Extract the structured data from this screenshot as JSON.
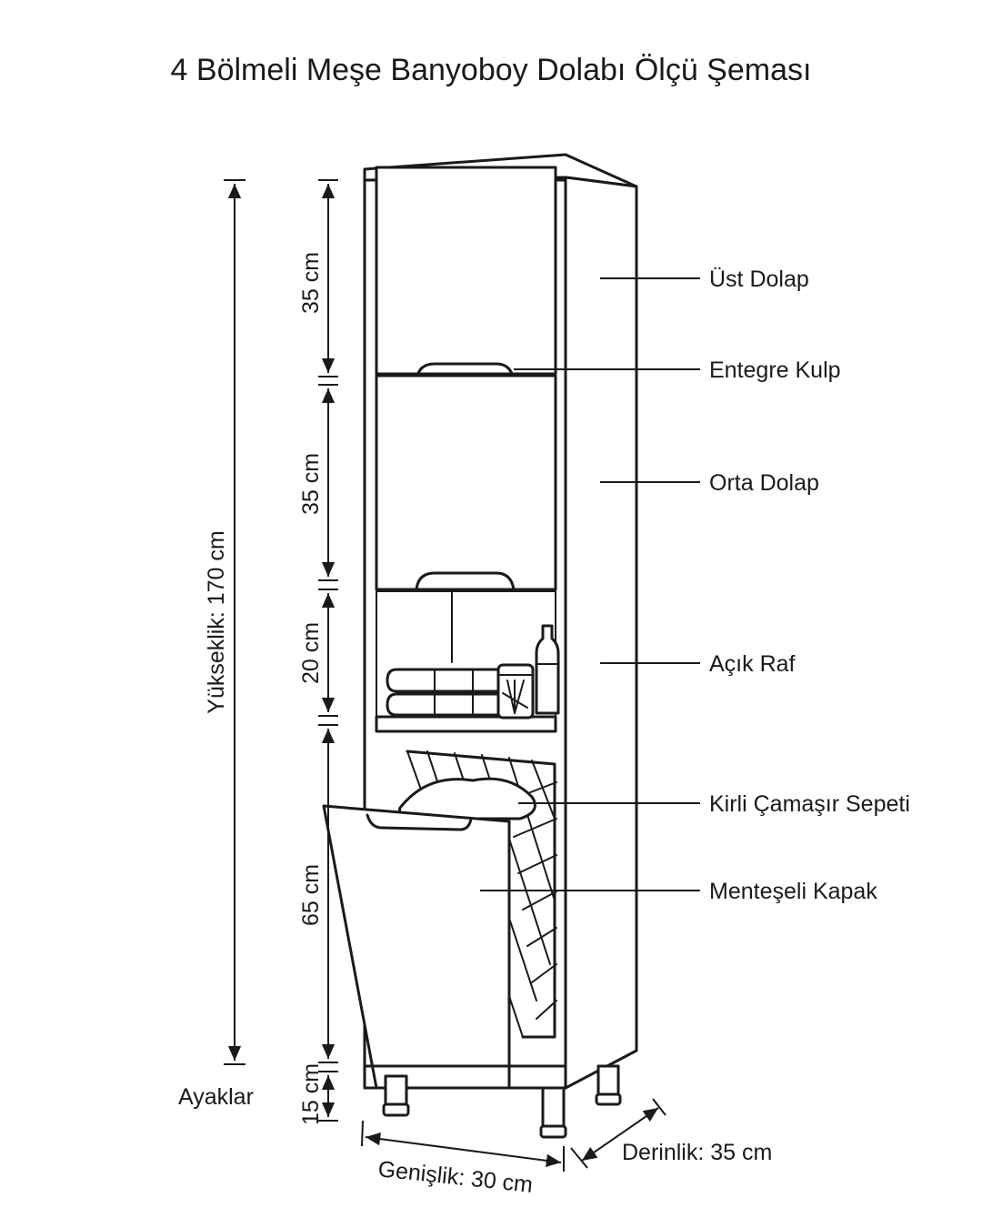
{
  "title": "4 Bölmeli Meşe Banyoboy Dolabı Ölçü Şeması",
  "labels": {
    "ust_dolap": "Üst Dolap",
    "entegre_kulp": "Entegre Kulp",
    "orta_dolap": "Orta Dolap",
    "acik_raf": "Açık Raf",
    "kirli_camasir_sepeti": "Kirli Çamaşır Sepeti",
    "menteseli_kapak": "Menteşeli Kapak",
    "ayaklar": "Ayaklar"
  },
  "dimensions": {
    "height_total": "Yükseklik: 170 cm",
    "upper": "35 cm",
    "middle": "35 cm",
    "shelf": "20 cm",
    "basket": "65 cm",
    "legs": "15 cm",
    "width": "Genişlik: 30 cm",
    "depth": "Derinlik: 35 cm"
  },
  "colors": {
    "line": "#1a1a1a",
    "background": "#ffffff"
  }
}
